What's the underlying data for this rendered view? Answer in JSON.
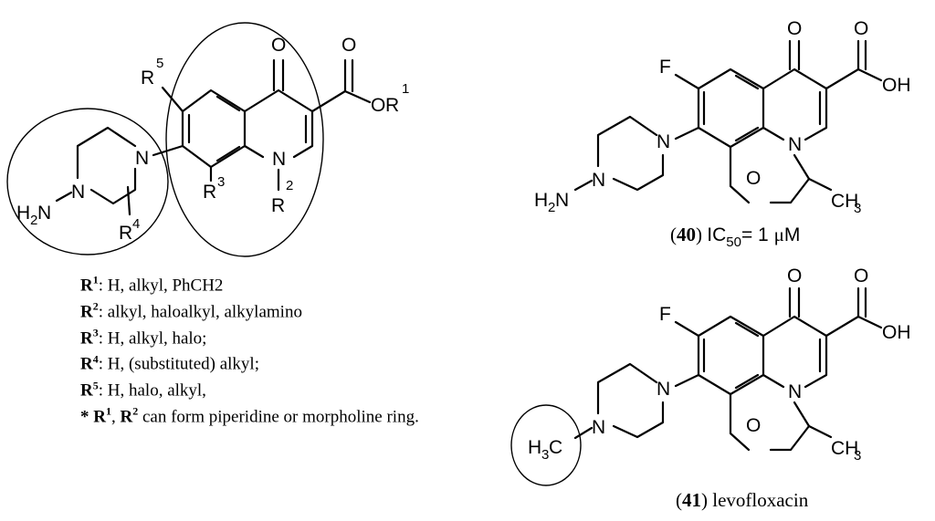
{
  "general_structure": {
    "substituents": {
      "r1": "1",
      "r2": "2",
      "r3": "3",
      "r4": "4",
      "r5": "5"
    },
    "atoms": {
      "oxo": "O",
      "carbonyl_o": "O",
      "ester_o": "O",
      "r": "R",
      "n1": "N",
      "n_pip": "N",
      "n_pip2": "N",
      "h2n": "H",
      "h2n_sub": "2",
      "h2n_n": "N"
    }
  },
  "legend": [
    {
      "label": "R",
      "sup": "1",
      "text": ": H, alkyl, PhCH2"
    },
    {
      "label": "R",
      "sup": "2",
      "text": ": alkyl, haloalkyl, alkylamino"
    },
    {
      "label": "R",
      "sup": "3",
      "text": ": H, alkyl, halo;"
    },
    {
      "label": "R",
      "sup": "4",
      "text": ": H, (substituted) alkyl;"
    },
    {
      "label": "R",
      "sup": "5",
      "text": ": H, halo, alkyl,"
    }
  ],
  "legend_note": {
    "star": "* ",
    "r1": "R",
    "r1_sup": "1",
    "comma": ", ",
    "r2": "R",
    "r2_sup": "2",
    "text": " can form piperidine or morpholine ring."
  },
  "compound_40": {
    "atoms": {
      "f": "F",
      "o_keto": "O",
      "o_acid": "O",
      "oh": "OH",
      "n_ring": "N",
      "n_pip": "N",
      "n_pip2": "N",
      "o_ether": "O",
      "ch3": "CH",
      "ch3_sub": "3",
      "h2n": "H",
      "h2n_sub": "2",
      "h2n_n": "N"
    },
    "caption_open": "(",
    "number": "40",
    "caption_close": ") ",
    "ic": "IC",
    "ic_sub": "50",
    "ic_val": "= 1 ",
    "mu": "μ",
    "unit": "M"
  },
  "compound_41": {
    "atoms": {
      "f": "F",
      "o_keto": "O",
      "o_acid": "O",
      "oh": "OH",
      "n_ring": "N",
      "n_pip": "N",
      "n_pip2": "N",
      "o_ether": "O",
      "ch3": "CH",
      "ch3_sub": "3",
      "h3c": "H",
      "h3c_sub": "3",
      "h3c_c": "C"
    },
    "caption_open": "(",
    "number": "41",
    "caption_close": ") ",
    "name": "levofloxacin"
  }
}
